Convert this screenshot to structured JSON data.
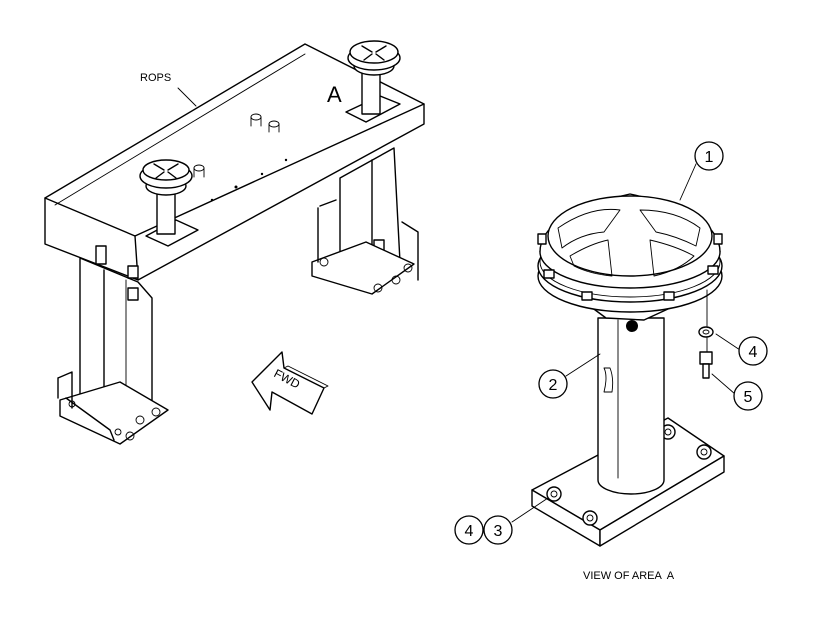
{
  "labels": {
    "rops": "ROPS",
    "area_marker": "A",
    "direction": "FWD",
    "view_caption": "VIEW OF AREA  A"
  },
  "callouts": {
    "beacon": "1",
    "post": "2",
    "bolt_base": "3",
    "washer_base": "4",
    "washer_side": "4",
    "bolt_side": "5"
  }
}
